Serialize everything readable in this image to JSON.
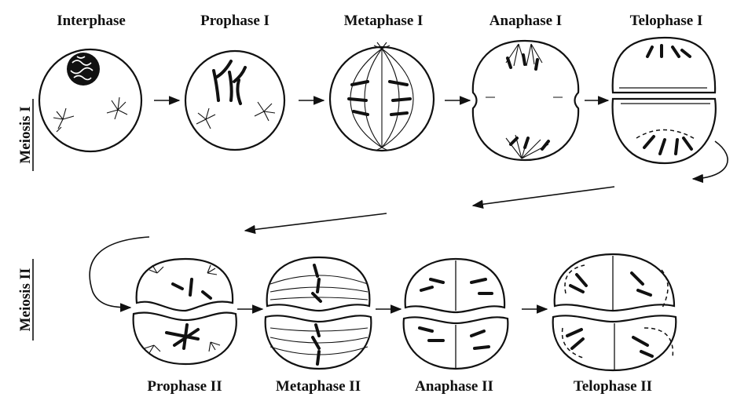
{
  "rows": {
    "meiosis1": "Meiosis I",
    "meiosis2": "Meiosis II"
  },
  "stages": {
    "interphase": "Interphase",
    "prophase1": "Prophase I",
    "metaphase1": "Metaphase I",
    "anaphase1": "Anaphase I",
    "telophase1": "Telophase I",
    "prophase2": "Prophase II",
    "metaphase2": "Metaphase II",
    "anaphase2": "Anaphase II",
    "telophase2": "Telophase II"
  }
}
